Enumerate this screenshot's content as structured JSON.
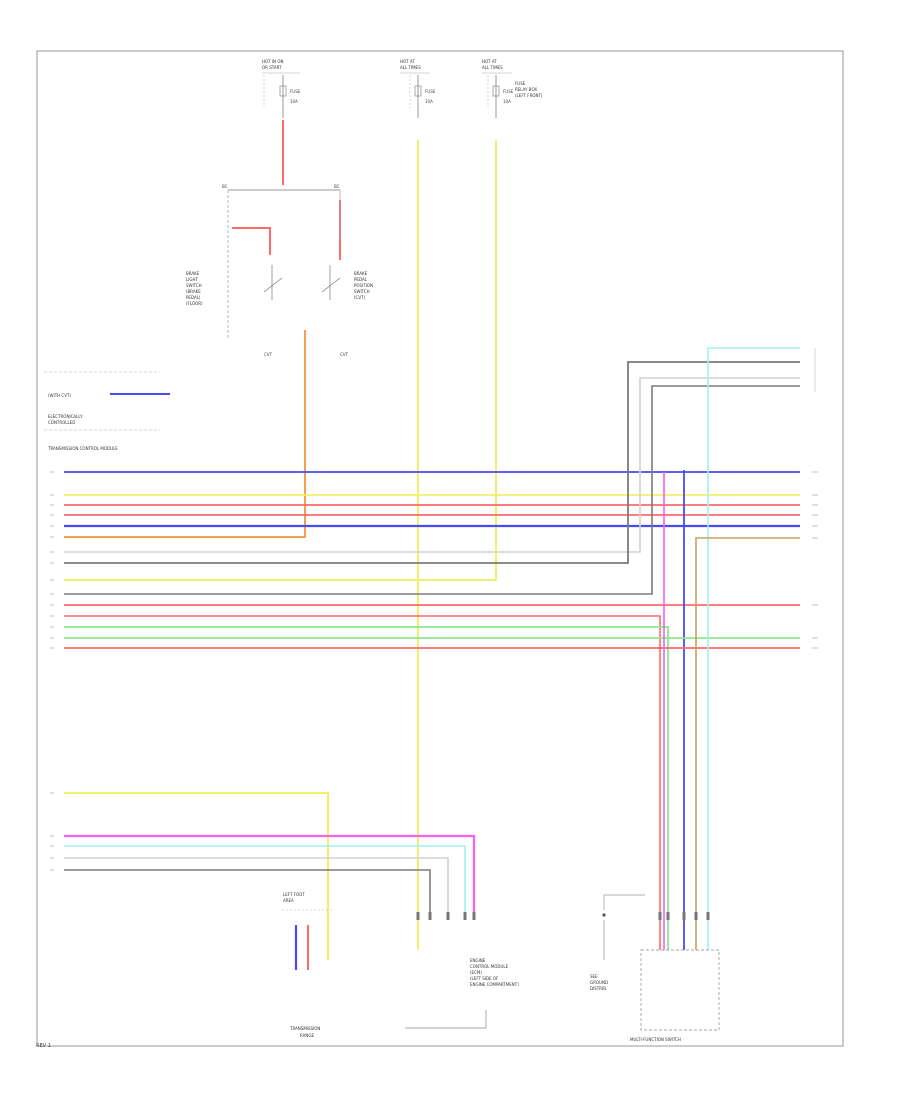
{
  "colors": {
    "yellow": "#f2ef6a",
    "red": "#ff6a6a",
    "blue": "#4a4af0",
    "magenta": "#f45ff4",
    "green": "#8ee68e",
    "gray": "#7b7b7b",
    "silver": "#d2d2d2",
    "cyan": "#9ff0f4",
    "orange": "#f5a050",
    "tan": "#c8a25a"
  },
  "labels": {
    "fuse_top_1": [
      "HOT IN ON",
      "OR START"
    ],
    "fuse_top_2": [
      "HOT AT",
      "ALL TIMES"
    ],
    "fuse_top_3": [
      "HOT AT",
      "ALL TIMES"
    ],
    "fuse_name": "FUSE",
    "fuse_amp": "10A",
    "fuse_note": [
      "FUSE",
      "RELAY BOX",
      "(LEFT FRONT)"
    ],
    "left_switch": [
      "BRAKE",
      "LIGHT",
      "SWITCH",
      "(BRAKE",
      "PEDAL)",
      "(FLOOR)"
    ],
    "right_switch": [
      "BRAKE",
      "PEDAL",
      "POSITION",
      "SWITCH",
      "(CVT)"
    ],
    "sw_low": "CVT",
    "module": [
      "(WITH CVT)",
      "ELECTRONICALLY",
      "CONTROLLED",
      "TRANSMISSION CONTROL MODULE"
    ],
    "ground_label": [
      "LEFT FOOT",
      "AREA"
    ],
    "sensor_bottom": [
      "TRANSMISSION",
      "RANGE"
    ],
    "ecm": [
      "ENGINE",
      "CONTROL MODULE",
      "(ECM)",
      "(LEFT SIDE OF",
      "ENGINE COMPARTMENT)"
    ],
    "fuse_bottom": [
      "SEE",
      "GROUND",
      "DISTRIB."
    ],
    "right_module": "MULTI-FUNCTION SWITCH",
    "code": "REV 1"
  }
}
